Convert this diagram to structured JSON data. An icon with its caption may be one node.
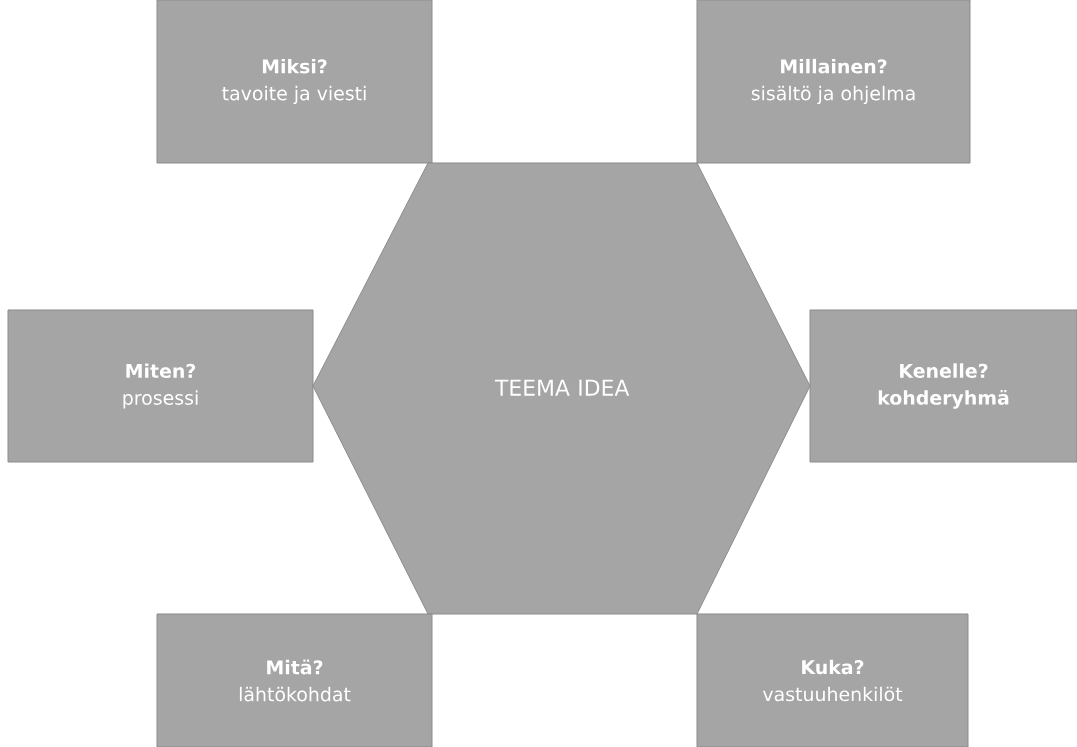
{
  "diagram": {
    "nodes": [
      {
        "text": [
          "Miksi?",
          "tavoite ja viesti"
        ]
      },
      {
        "text": [
          "Millainen?",
          "sisältö ja ohjelma"
        ]
      },
      {
        "text": [
          "Miten?",
          "prosessi"
        ]
      },
      {
        "text": [
          "TEEMA IDEA"
        ]
      },
      {
        "text": [
          "Kenelle?",
          "kohderyhmä"
        ]
      },
      {
        "text": [
          "Mitä?",
          "lähtökohdat"
        ]
      },
      {
        "text": [
          "Kuka?",
          "vastuuhenkilöt"
        ]
      }
    ]
  }
}
